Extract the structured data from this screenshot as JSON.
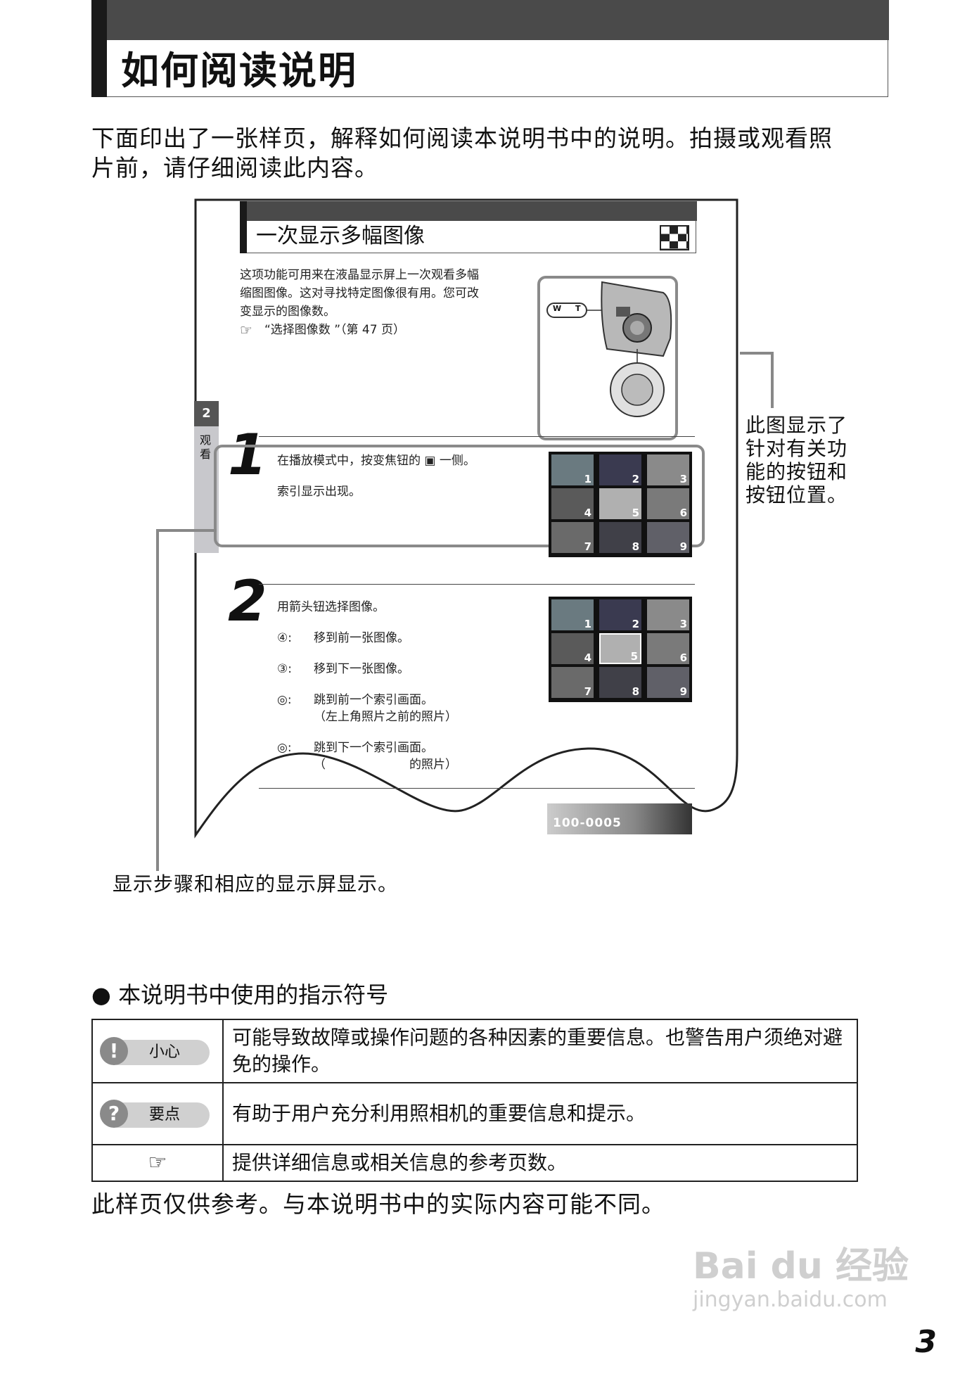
{
  "header": {
    "title": "如何阅读说明"
  },
  "intro": {
    "line1": "下面印出了一张样页，解释如何阅读本说明书中的说明。拍摄或观看照",
    "line2": "片前，请仔细阅读此内容。"
  },
  "sample": {
    "title": "一次显示多幅图像",
    "desc": [
      "这项功能可用来在液晶显示屏上一次观看多幅",
      "缩图图像。这对寻找特定图像很有用。您可改",
      "变显示的图像数。"
    ],
    "ref_text": "“选择图像数 ”（第 47 页）",
    "camera_w": "W",
    "camera_t": "T",
    "tab_number": "2",
    "tab_label": "观看",
    "step1": {
      "number": "1",
      "text": "在播放模式中，按变焦钮的 ▣ 一侧。",
      "subtext": "索引显示出现。"
    },
    "step2": {
      "number": "2",
      "text": "用箭头钮选择图像。",
      "items": [
        {
          "key": "④:",
          "text": "移到前一张图像。"
        },
        {
          "key": "③:",
          "text": "移到下一张图像。"
        },
        {
          "key": "◎:",
          "text": "跳到前一个索引画面。",
          "sub": "（左上角照片之前的照片）"
        },
        {
          "key": "◎:",
          "text": "跳到下一个索引画面。",
          "sub": "（　　　　　　　的照片）"
        }
      ]
    },
    "thumb_numbers": [
      "1",
      "2",
      "3",
      "4",
      "5",
      "6",
      "7",
      "8",
      "9"
    ],
    "bottom_readout": "100-0005"
  },
  "callouts": {
    "right": [
      "此图显示了",
      "针对有关功",
      "能的按钮和",
      "按钮位置。"
    ],
    "bottom": "显示步骤和相应的显示屏显示。"
  },
  "symbols": {
    "heading": "本说明书中使用的指示符号",
    "rows": [
      {
        "badge": "小心",
        "glyph": "!",
        "text": "可能导致故障或操作问题的各种因素的重要信息。也警告用户须绝对避免的操作。"
      },
      {
        "badge": "要点",
        "glyph": "?",
        "text": "有助于用户充分利用照相机的重要信息和提示。"
      },
      {
        "badge": "",
        "glyph": "☞",
        "text": "提供详细信息或相关信息的参考页数。"
      }
    ]
  },
  "footer_note": "此样页仅供参考。与本说明书中的实际内容可能不同。",
  "page_number": "3",
  "watermark": {
    "brand": "Bai du 经验",
    "url": "jingyan.baidu.com"
  }
}
